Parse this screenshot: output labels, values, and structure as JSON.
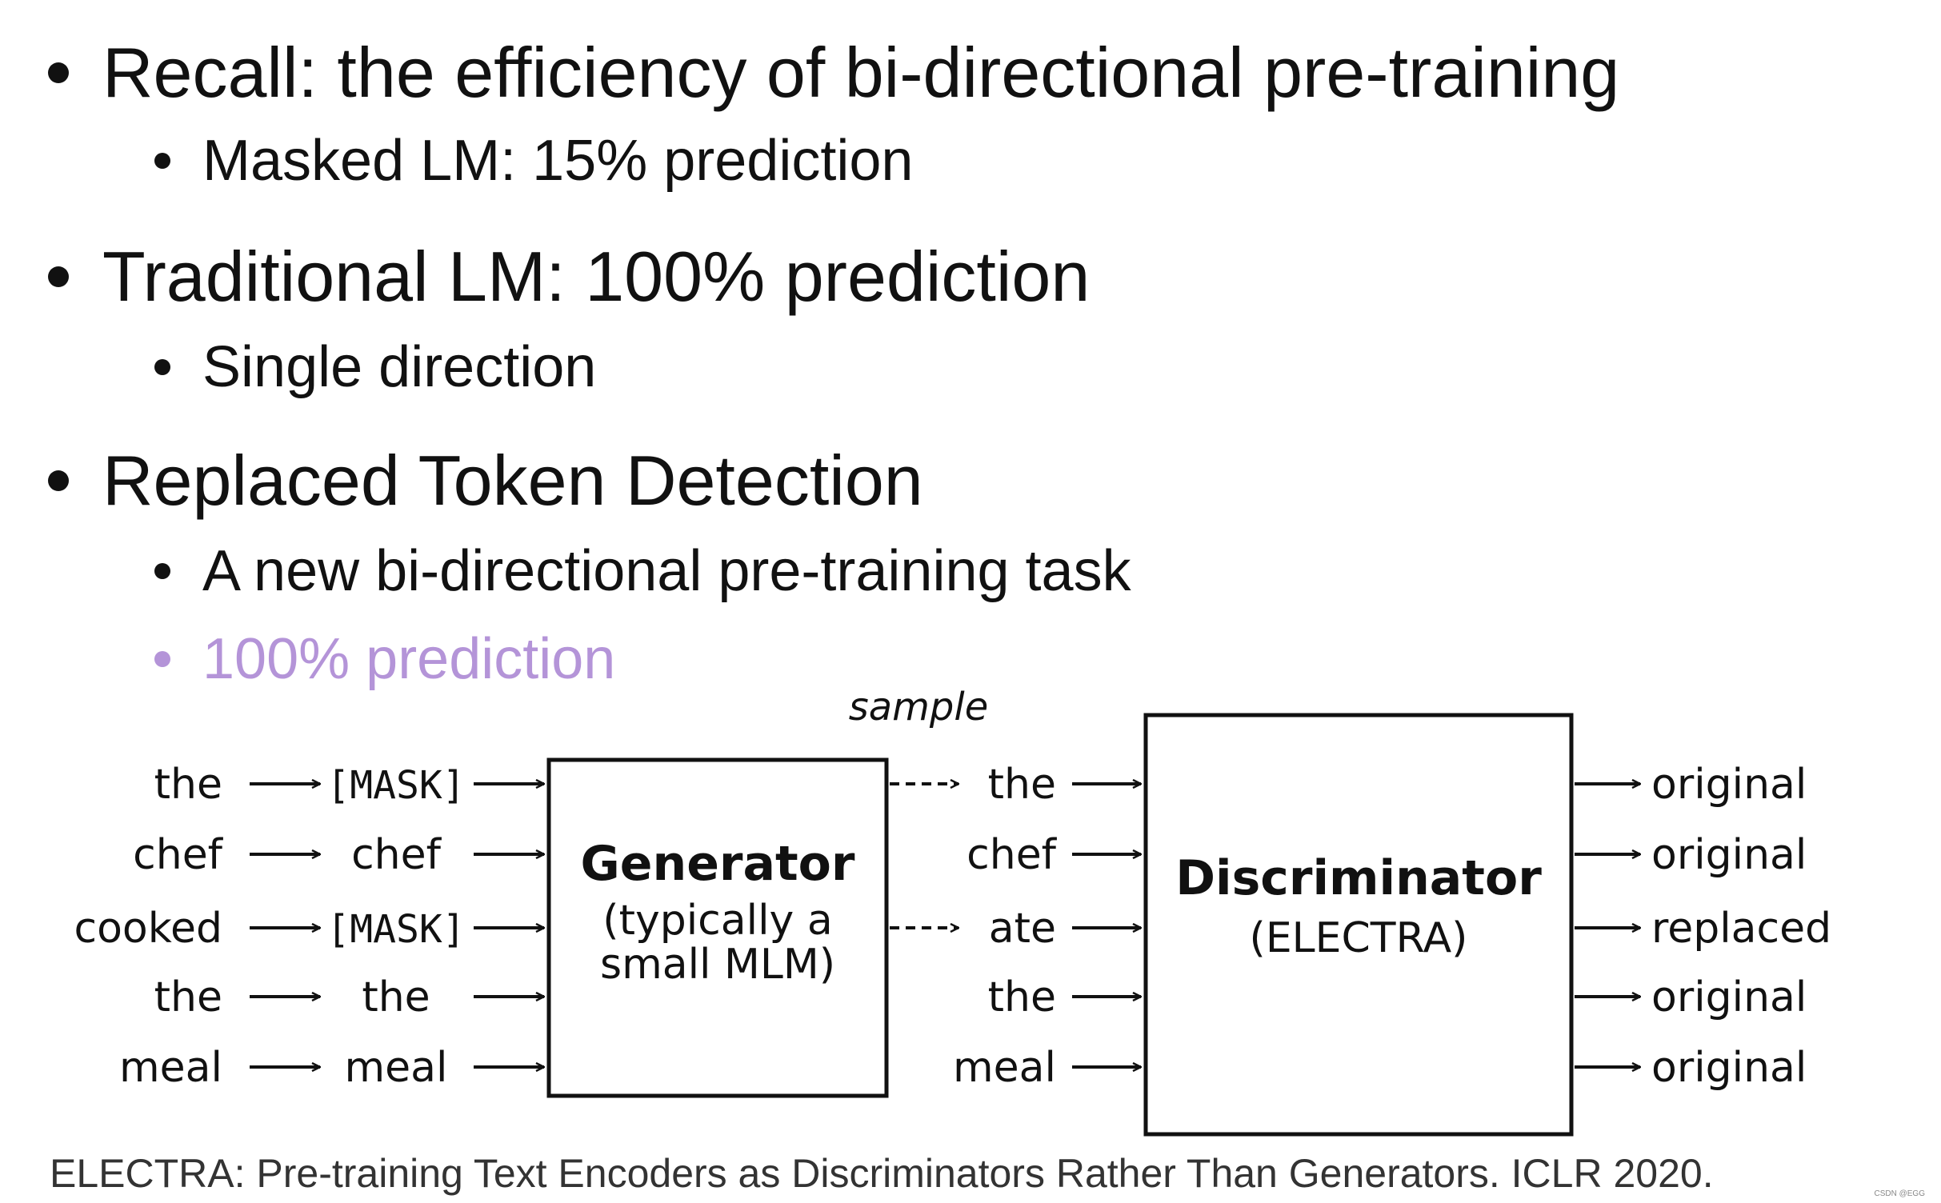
{
  "bullets": {
    "b1": "Recall: the efficiency of bi-directional pre-training",
    "b1_1": "Masked LM: 15% prediction",
    "b2": "Traditional LM: 100% prediction",
    "b2_1": "Single direction",
    "b3": "Replaced Token Detection",
    "b3_1": "A new bi-directional pre-training task",
    "b3_2": "100% prediction"
  },
  "diagram": {
    "sample_label": "sample",
    "input_tokens": [
      "the",
      "chef",
      "cooked",
      "the",
      "meal"
    ],
    "masked_tokens": [
      "[MASK]",
      "chef",
      "[MASK]",
      "the",
      "meal"
    ],
    "generator": {
      "title": "Generator",
      "line1": "(typically a",
      "line2": "small MLM)"
    },
    "sampled_tokens": [
      "the",
      "chef",
      "ate",
      "the",
      "meal"
    ],
    "discriminator": {
      "title": "Discriminator",
      "subtitle": "(ELECTRA)"
    },
    "outputs": [
      "original",
      "original",
      "replaced",
      "original",
      "original"
    ]
  },
  "citation": "ELECTRA: Pre-training Text Encoders as Discriminators Rather Than Generators. ICLR 2020.",
  "watermark": "CSDN @EGG",
  "colors": {
    "highlight": "#b494d8",
    "text": "#111111"
  }
}
